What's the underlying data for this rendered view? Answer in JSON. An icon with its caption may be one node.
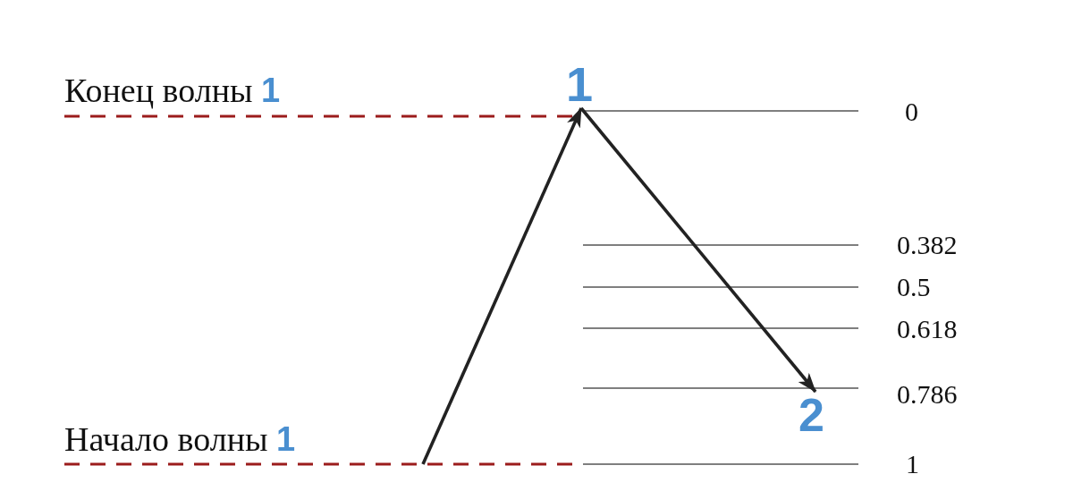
{
  "diagram": {
    "nodes": [
      {
        "text": [
          "1"
        ]
      },
      {
        "text": [
          "2"
        ]
      }
    ],
    "edges": [
      {
        "from": null,
        "to": 0,
        "arrow": "to"
      },
      {
        "from": 0,
        "to": 1,
        "arrow": "to"
      }
    ],
    "labels": [
      "Конец волны **1**",
      "0",
      "0.382",
      "0.5",
      "0.618",
      "0.786",
      "Начало волны **1**",
      "1"
    ]
  }
}
